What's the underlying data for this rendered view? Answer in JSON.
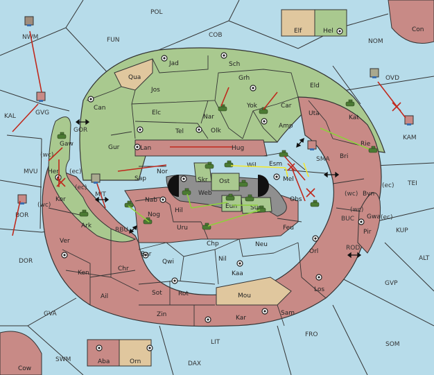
{
  "colors": {
    "sea": "#b7dcea",
    "green": "#a9c98f",
    "rose": "#c88a86",
    "tan": "#e0c79e",
    "grey": "#8f8f8f",
    "move_red": "#c0281c",
    "move_green": "#8dd13a",
    "move_yellow": "#f2e830"
  },
  "legend": {
    "elf": "Elf",
    "hel": "Hel",
    "aba": "Aba",
    "orn": "Orn"
  },
  "seas": {
    "pol": "POL",
    "cob": "COB",
    "fun": "FUN",
    "nom": "NOM",
    "con": "Con",
    "nwm": "NWM",
    "kal": "KAL",
    "gvg": "GVG",
    "ovd": "OVD",
    "kam": "KAM",
    "gor": "GOR",
    "mvu": "MVU",
    "wc1": "(wc)",
    "ec1": "(ec)",
    "ec2": "(ec)",
    "wc2": "(wc)",
    "mit": "MIT",
    "bor": "BOR",
    "rbu": "RBU",
    "dor": "DOR",
    "sma": "SMA",
    "tei": "TEI",
    "wc3": "(wc)",
    "ec3": "(ec)",
    "wc4": "(wc)",
    "ec4": "(ec)",
    "buc": "BUC",
    "kup": "KUP",
    "rod": "ROD",
    "alt": "ALT",
    "gvp": "GVP",
    "gva": "GVA",
    "fro": "FRO",
    "som": "SOM",
    "lit": "LIT",
    "swm": "SWM",
    "dax": "DAX",
    "cow": "Cow"
  },
  "provinces": {
    "jad": "Jad",
    "sch": "Sch",
    "qua": "Qua",
    "jos": "Jos",
    "grh": "Grh",
    "eld": "Eld",
    "can": "Can",
    "elc": "Elc",
    "nar": "Nar",
    "yok": "Yok",
    "car": "Car",
    "uta": "Uta",
    "kat": "Kat",
    "tel": "Tel",
    "olk": "Olk",
    "amp": "Amp",
    "gur": "Gur",
    "lan": "Lan",
    "hug": "Hug",
    "gaw": "Gaw",
    "bri": "Bri",
    "rie": "Rie",
    "her": "Her",
    "wil": "Wil",
    "esm": "Esm",
    "skr": "Skr",
    "nor": "Nor",
    "sap": "Sap",
    "ost": "Ost",
    "web": "Web",
    "mel": "Mel",
    "kor": "Kor",
    "nab": "Nab",
    "hil": "Hil",
    "eun": "Eun",
    "sun": "Sun",
    "obs": "Obs",
    "byn": "Byn",
    "nog": "Nog",
    "ark": "Ark",
    "gwa": "Gwa",
    "pir": "Pir",
    "uru": "Uru",
    "feu": "Feu",
    "ver": "Ver",
    "chp": "Chp",
    "neu": "Neu",
    "bar": "Bar",
    "qwi": "Qwi",
    "nil": "Nil",
    "orl": "Orl",
    "ken": "Ken",
    "chr": "Chr",
    "kaa": "Kaa",
    "ail": "Ail",
    "sot": "Sot",
    "rot": "Rot",
    "mou": "Mou",
    "los": "Los",
    "zin": "Zin",
    "kar": "Kar",
    "sam": "Sam"
  }
}
